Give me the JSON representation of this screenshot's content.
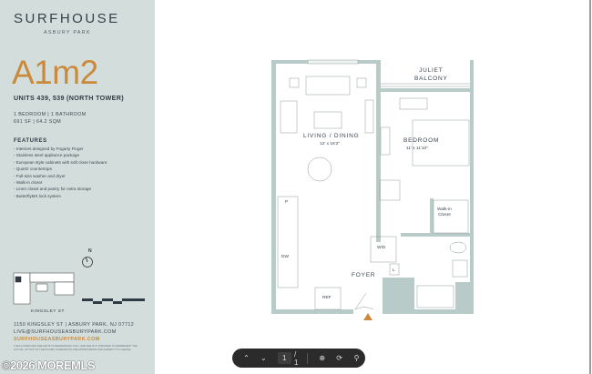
{
  "brand": {
    "name": "SURFHOUSE",
    "location": "ASBURY PARK"
  },
  "unit": {
    "code": "A1m2",
    "units": "UNITS 439, 539 (NORTH TOWER)",
    "rooms": "1 BEDROOM | 1 BATHROOM",
    "size": "691 SF | 64.2 SQM"
  },
  "features": {
    "title": "FEATURES",
    "items": [
      "- Interiors designed by Fogarty Finger",
      "- Stainless steel appliance package",
      "- European style cabinets with soft close hardware",
      "- Quartz countertops",
      "- Full-size washer and dryer",
      "- Walk-in closet",
      "- Linen closet and pantry for extra storage",
      "- ButterflyMX lock system"
    ]
  },
  "map": {
    "north": "N",
    "street": "KINGSLEY ST"
  },
  "contact": {
    "address": "1150 KINGSLEY ST | ASBURY PARK, NJ 07712",
    "email": "LIVE@SURFHOUSEASBURYPARK.COM",
    "website": "SURFHOUSEASBURYPARK.COM"
  },
  "disclaimer": "THE FLOORPLANS ARE ARTIST'S RENDERINGS ONLY, AND ARE NOT INTENDED TO REPRESENT THE ACTUAL LAYOUT OF THE ROOMS. DIMENSIONS ARE APPROXIMATE AND SUBJECT TO CHANGE.",
  "watermark": "©2026 MOREMLS",
  "plan": {
    "balcony": "JULIET\nBALCONY",
    "living": "LIVING / DINING",
    "living_dim": "12' x 16'2\"",
    "bedroom": "BEDROOM",
    "bedroom_dim": "11' x 11'10\"",
    "closet": "Walk-in\nCloset",
    "wd": "W/D",
    "foyer": "FOYER",
    "ref": "REF",
    "dw": "DW",
    "pantry": "P",
    "linen": "L"
  },
  "toolbar": {
    "page": "1",
    "total": "/ 1",
    "prev": "previous-page",
    "next": "next-page"
  },
  "colors": {
    "panel": "#d3dedc",
    "accent": "#c98a3e",
    "wall": "#b9cbc8"
  }
}
